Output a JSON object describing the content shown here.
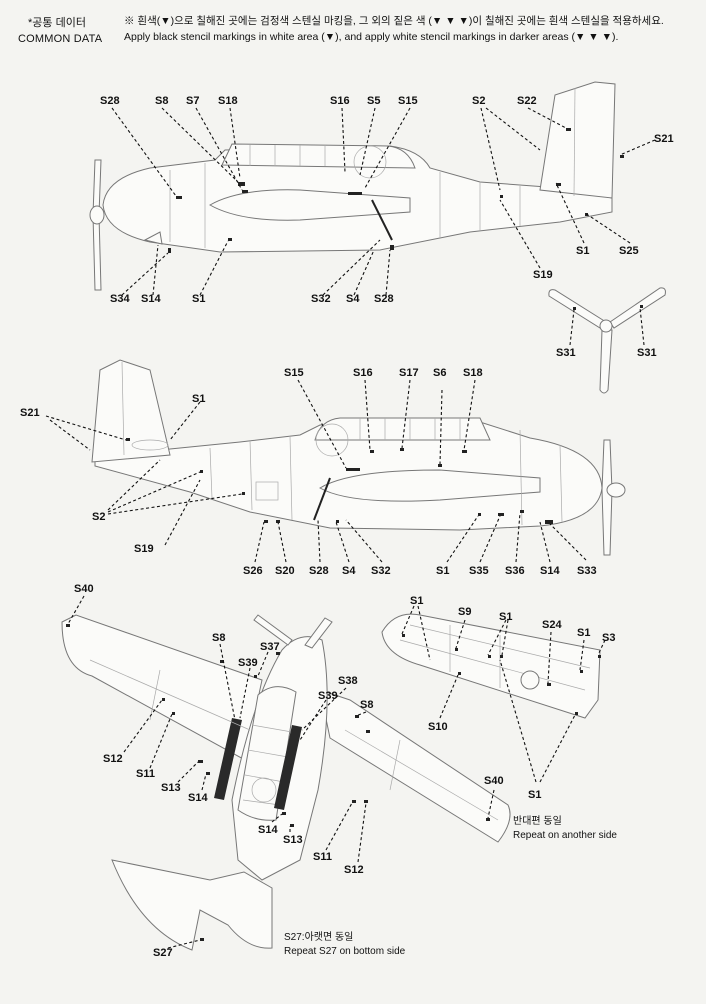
{
  "header": {
    "title_ko": "*공통 데이터",
    "title_en": "COMMON DATA",
    "note_ko": "※ 흰색(▼)으로 칠해진 곳에는 검정색 스텐실 마킹을, 그 외의 짙은 색 (▼ ▼ ▼)이 칠해진 곳에는 흰색 스텐실을 적용하세요.",
    "note_en": "Apply black stencil markings in white area (▼), and apply white stencil markings in darker areas (▼ ▼ ▼)."
  },
  "side_view_left": {
    "top_labels": [
      "S28",
      "S8",
      "S7",
      "S18",
      "S16",
      "S5",
      "S15",
      "S2",
      "S22"
    ],
    "bottom_labels": [
      "S34",
      "S14",
      "S1",
      "S32",
      "S4",
      "S28"
    ],
    "right_labels": [
      "S21",
      "S1",
      "S25",
      "S19"
    ]
  },
  "propeller": {
    "labels": [
      "S31",
      "S31"
    ]
  },
  "side_view_right": {
    "top_labels": [
      "S15",
      "S16",
      "S17",
      "S6",
      "S18"
    ],
    "left_labels": [
      "S21",
      "S1",
      "S2",
      "S19"
    ],
    "bottom_labels": [
      "S26",
      "S20",
      "S28",
      "S4",
      "S32",
      "S1",
      "S35",
      "S36",
      "S14",
      "S33"
    ]
  },
  "top_view": {
    "labels": [
      "S40",
      "S8",
      "S37",
      "S39",
      "S38",
      "S39",
      "S8",
      "S12",
      "S11",
      "S13",
      "S14",
      "S14",
      "S13",
      "S11",
      "S12",
      "S40",
      "S27"
    ],
    "caption_ko": "S27:아랫면 동일",
    "caption_en": "Repeat S27 on bottom side"
  },
  "detail_view": {
    "labels": [
      "S1",
      "S9",
      "S1",
      "S24",
      "S1",
      "S3",
      "S10",
      "S1"
    ],
    "caption_ko": "반대편 동일",
    "caption_en": "Repeat on another side"
  }
}
